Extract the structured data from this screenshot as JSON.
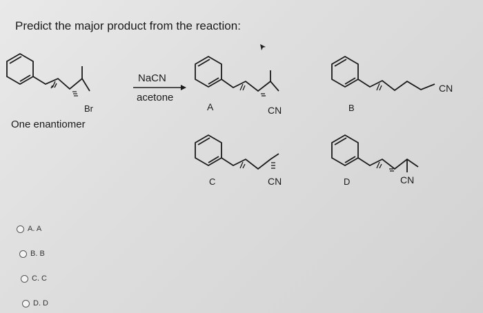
{
  "question": {
    "title": "Predict the major product from the reaction:"
  },
  "reaction": {
    "reagent_top": "NaCN",
    "reagent_bottom": "acetone",
    "substituent_br": "Br",
    "substituent_cn": "CN",
    "reactant_caption": "One enantiomer"
  },
  "products": {
    "a_label": "A",
    "b_label": "B",
    "c_label": "C",
    "d_label": "D"
  },
  "answer_options": [
    {
      "label": "A. A"
    },
    {
      "label": "B. B"
    },
    {
      "label": "C. C"
    },
    {
      "label": "D. D"
    }
  ]
}
